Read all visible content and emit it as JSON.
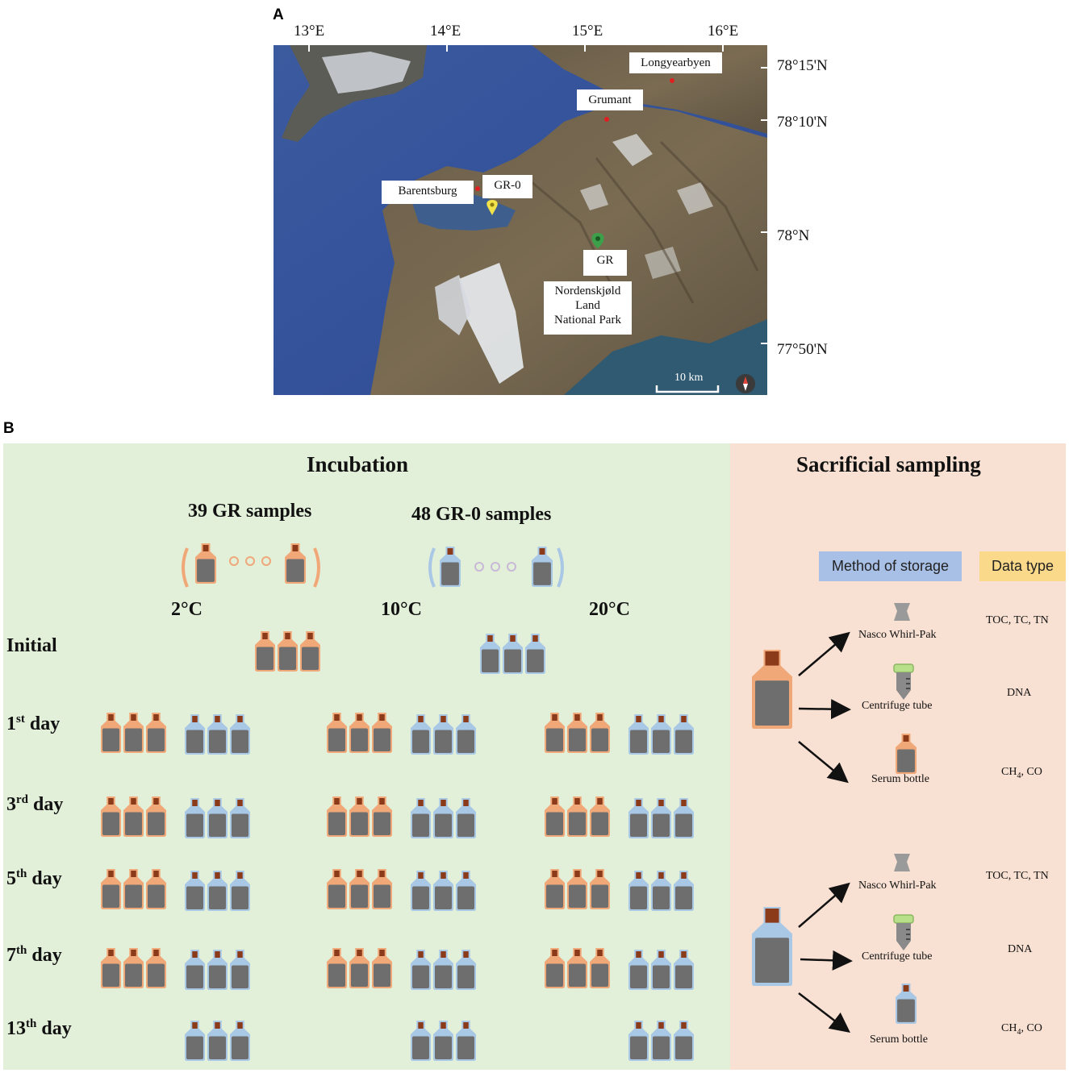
{
  "panel_a": {
    "label": "A",
    "lon_labels": [
      "13°E",
      "14°E",
      "15°E",
      "16°E"
    ],
    "lat_labels": [
      "78°15'N",
      "78°10'N",
      "78°N",
      "77°50'N"
    ],
    "places": {
      "longyearbyen": "Longyearbyen",
      "grumant": "Grumant",
      "barentsburg": "Barentsburg",
      "gr0": "GR-0",
      "gr": "GR",
      "park_line1": "Nordenskjøld",
      "park_line2": "Land",
      "park_line3": "National Park"
    },
    "scale_label": "10 km"
  },
  "panel_b": {
    "label": "B",
    "incubation_title": "Incubation",
    "sampling_title": "Sacrificial sampling",
    "gr_samples": "39 GR samples",
    "gr0_samples": "48 GR-0 samples",
    "temperatures": [
      "2°C",
      "10°C",
      "20°C"
    ],
    "rows": [
      {
        "pre": "Initial",
        "sup": "",
        "post": ""
      },
      {
        "pre": "1",
        "sup": "st",
        "post": " day"
      },
      {
        "pre": "3",
        "sup": "rd",
        "post": " day"
      },
      {
        "pre": "5",
        "sup": "th",
        "post": " day"
      },
      {
        "pre": "7",
        "sup": "th",
        "post": " day"
      },
      {
        "pre": "13",
        "sup": "th",
        "post": " day"
      }
    ],
    "method_header": "Method of storage",
    "data_header": "Data type",
    "storage": [
      "Nasco Whirl-Pak",
      "Centrifuge tube",
      "Serum bottle"
    ],
    "data_types": {
      "toc": "TOC, TC, TN",
      "dna": "DNA",
      "gas_main": "CH",
      "gas_sub": "4",
      "gas_tail": ", CO"
    }
  },
  "colors": {
    "incubation_bg": "#e2efd9",
    "sampling_bg": "#f8e0d2",
    "gr_outline": "#f0a878",
    "gr0_outline": "#a9c8e6",
    "cap": "#8b3a1a",
    "body": "#6e6e6e",
    "method_bg": "#a9c0e6",
    "data_bg": "#fbd98a"
  }
}
